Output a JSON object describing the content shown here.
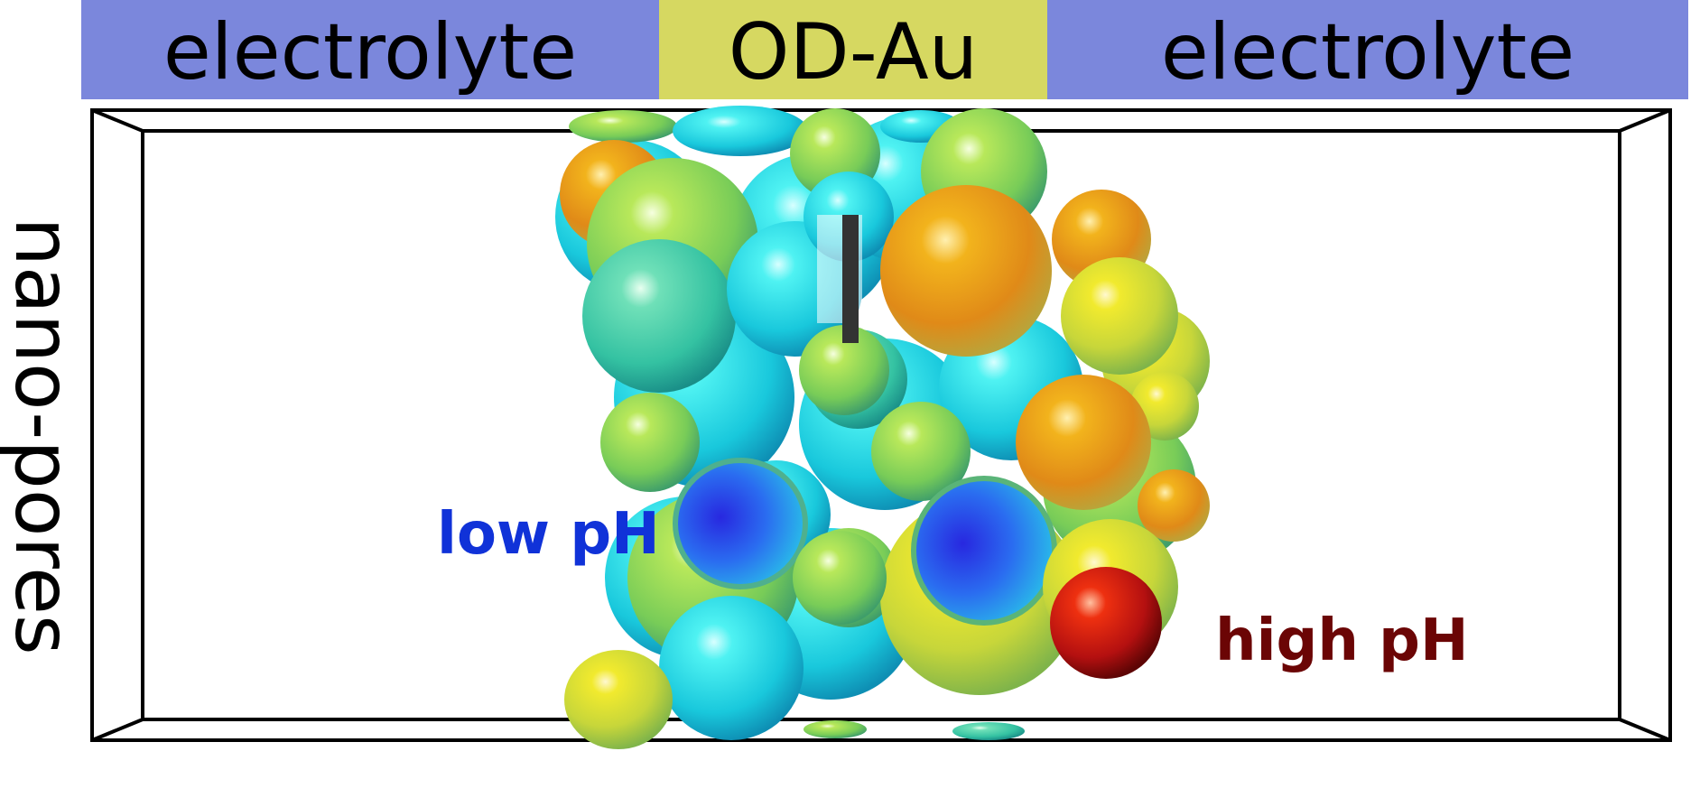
{
  "bands": {
    "left": "electrolyte",
    "middle": "OD-Au",
    "right": "electrolyte"
  },
  "side_label": "nano-pores",
  "annotations": {
    "low": "low pH",
    "high": "high pH"
  },
  "colors": {
    "electrolyte_band": "#7b87dc",
    "od_au_band": "#d6d861",
    "low_ph_text": "#1032d8",
    "high_ph_text": "#6b0505"
  }
}
